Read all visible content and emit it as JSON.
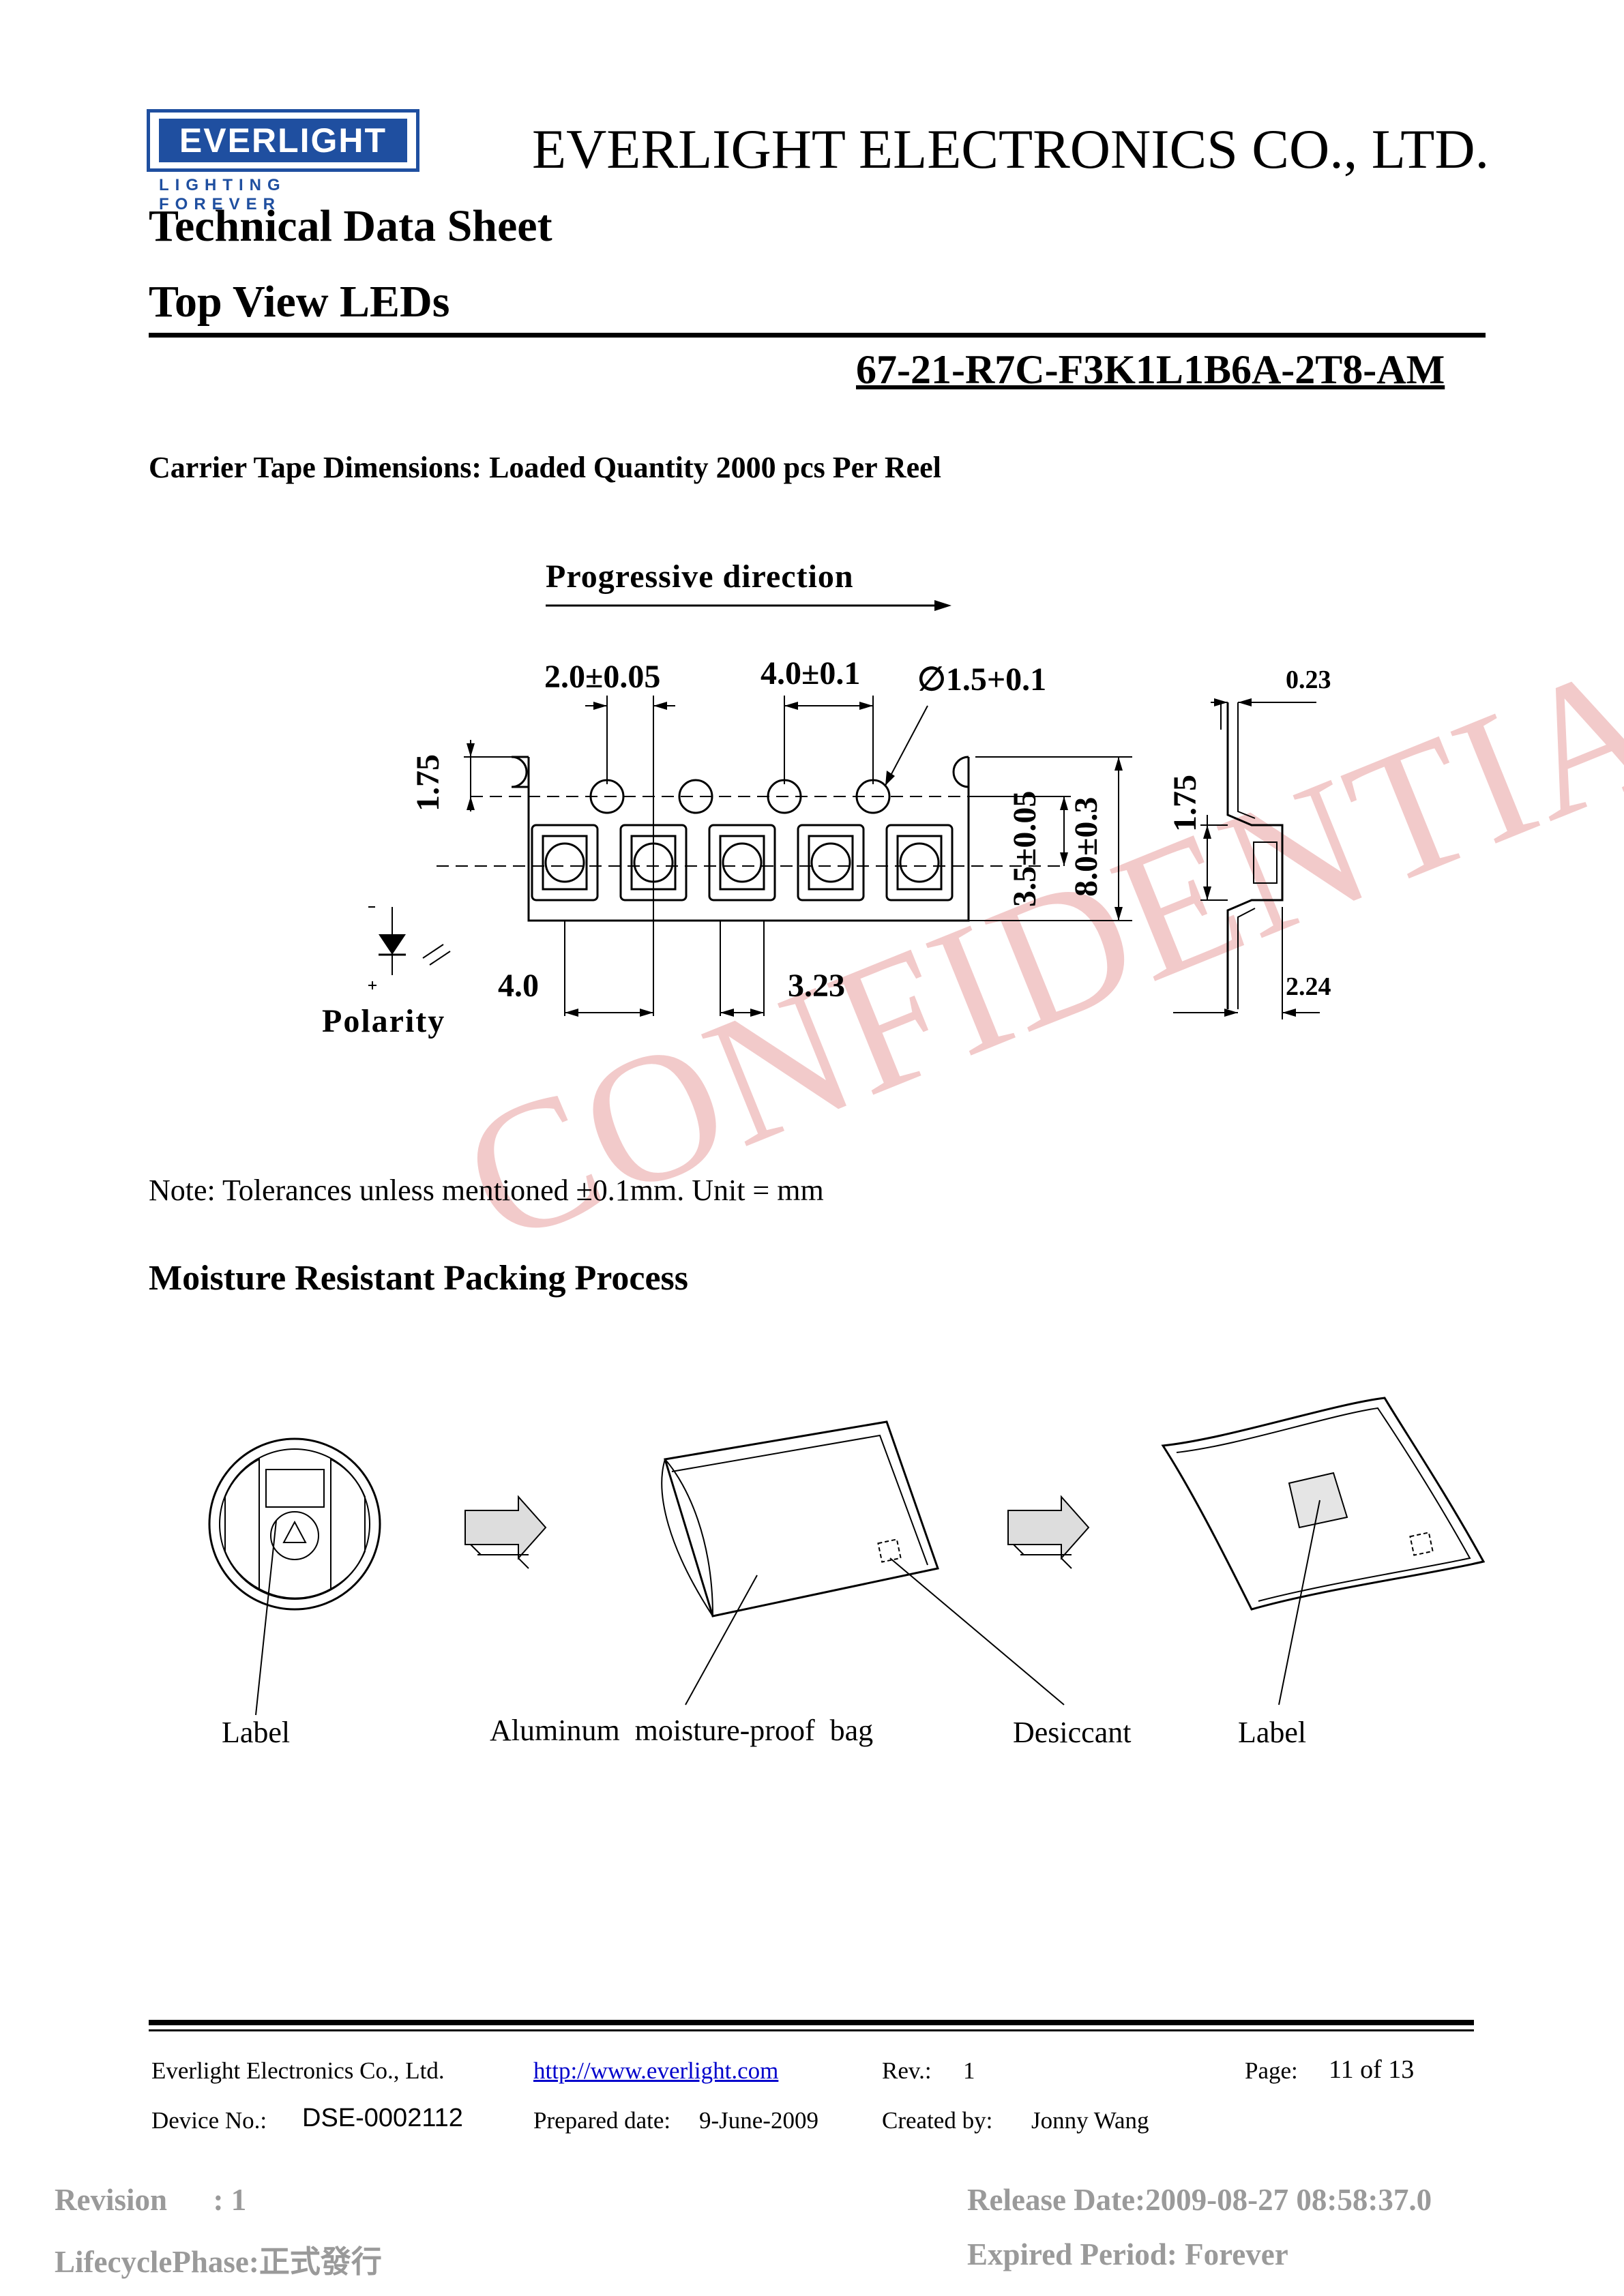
{
  "header": {
    "logo_text": "EVERLIGHT",
    "logo_tagline": "LIGHTING FOREVER",
    "company": "EVERLIGHT ELECTRONICS CO., LTD.",
    "doc_type": "Technical Data Sheet",
    "product_family": "Top View LEDs",
    "part_number": "67-21-R7C-F3K1L1B6A-2T8-AM"
  },
  "tape_section": {
    "title": "Carrier Tape Dimensions: Loaded Quantity 2000 pcs Per Reel",
    "progressive_direction": "Progressive direction",
    "dims": {
      "d_2_0": "2.0±0.05",
      "d_4_0_top": "4.0±0.1",
      "d_hole": "∅1.5+0.1",
      "d_0_23": "0.23",
      "d_1_75_left": "1.75",
      "d_3_5": "3.5±0.05",
      "d_8_0": "8.0±0.3",
      "d_1_75_right": "1.75",
      "d_4_0_bottom": "4.0",
      "d_3_23": "3.23",
      "d_2_24": "2.24"
    },
    "polarity": "Polarity",
    "note": "Note: Tolerances unless mentioned ±0.1mm. Unit = mm"
  },
  "watermark": "CONFIDENTIAL",
  "moisture_section": {
    "title": "Moisture Resistant Packing Process",
    "labels": {
      "label_1": "Label",
      "bag": "Aluminum  moisture-proof  bag",
      "desiccant": "Desiccant",
      "label_2": "Label"
    }
  },
  "footer": {
    "company": "Everlight Electronics Co., Ltd.",
    "url": "http://www.everlight.com",
    "rev_label": "Rev.:",
    "rev_value": "1",
    "page_label": "Page:",
    "page_value": "11 of 13",
    "device_label": "Device No.:",
    "device_value": "DSE-0002112",
    "prepared_label": "Prepared date:",
    "prepared_value": "9-June-2009",
    "created_label": "Created by:",
    "created_value": "Jonny Wang"
  },
  "status": {
    "revision": "Revision      : 1",
    "lifecycle": "LifecyclePhase:正式發行",
    "release_date": "Release Date:2009-08-27 08:58:37.0",
    "expired": "Expired Period: Forever"
  },
  "colors": {
    "logo_blue": "#1f4fa0",
    "watermark": "#e8a0a0",
    "link": "#0000cc",
    "status_gray": "#9a9a9a"
  }
}
